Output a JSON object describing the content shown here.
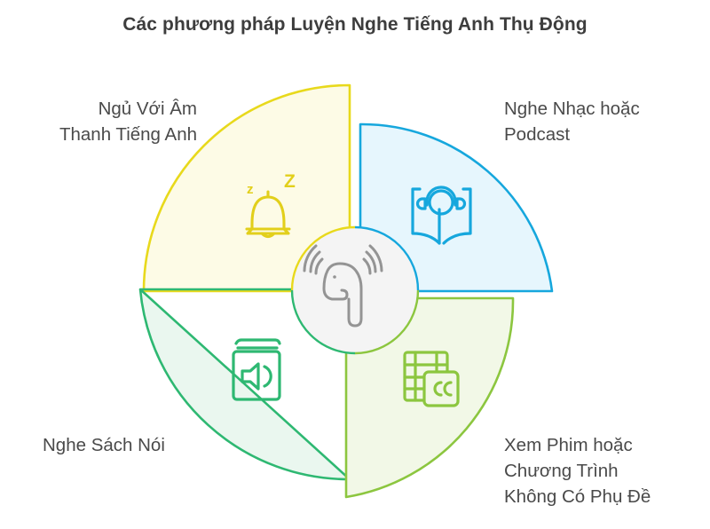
{
  "title": "Các phương pháp Luyện Nghe Tiếng Anh Thụ Động",
  "center": {
    "icon": "earbud-icon",
    "color": "#999999",
    "fill": "#f4f4f4"
  },
  "segments": [
    {
      "id": "sleep",
      "position": "top-left",
      "label": "Ngủ Với Âm\nThanh Tiếng Anh",
      "icon": "sleeping-bell-icon",
      "stroke": "#e8d91c",
      "fill": "#fdfbe6"
    },
    {
      "id": "music",
      "position": "top-right",
      "label": "Nghe Nhạc hoặc\nPodcast",
      "icon": "book-headphones-icon",
      "stroke": "#16a7dd",
      "fill": "#e6f6fd"
    },
    {
      "id": "audiobook",
      "position": "bottom-left",
      "label": "Nghe Sách Nói",
      "icon": "audiobook-speaker-icon",
      "stroke": "#2eb872",
      "fill": "#eaf7ef"
    },
    {
      "id": "movies",
      "position": "bottom-right",
      "label": "Xem Phim hoặc\nChương Trình\nKhông Có Phụ Đề",
      "icon": "film-cc-icon",
      "stroke": "#8cc63f",
      "fill": "#f2f8e7"
    }
  ]
}
